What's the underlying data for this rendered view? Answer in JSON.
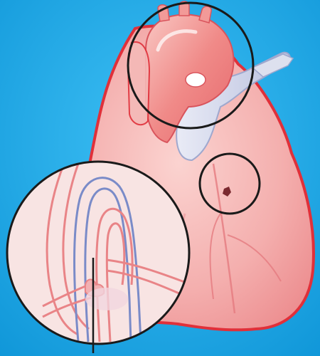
{
  "illustration": {
    "subject": "heart-anatomy",
    "background_color": "#1AA6E6",
    "heart_fill_color": "#F5A6A6",
    "heart_outline_color": "#E0303A",
    "aorta_color": "#F07F7F",
    "vein_color": "#C9CFE6",
    "blue_vessel_color": "#7A8BC8",
    "circle_outline_color": "#1A1A1A",
    "magnifier_circles": [
      {
        "name": "aortic-arch-detail"
      },
      {
        "name": "coronary-blockage-detail"
      },
      {
        "name": "vessel-closeup-detail"
      }
    ],
    "pointer_line": {
      "name": "callout-pointer"
    }
  }
}
